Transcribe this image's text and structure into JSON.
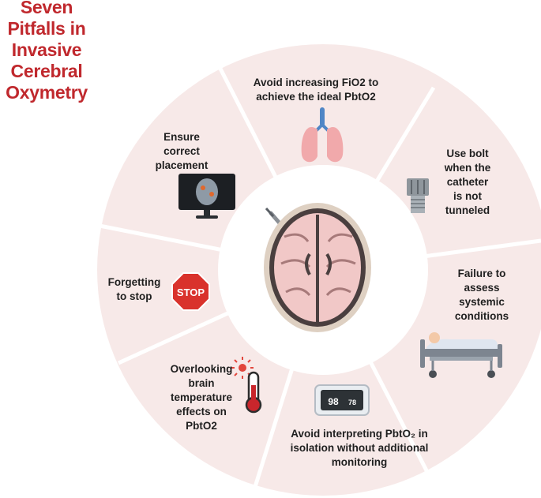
{
  "title_lines": [
    "Seven",
    "Pitfalls in",
    "Invasive",
    "Cerebral",
    "Oxymetry"
  ],
  "colors": {
    "title": "#c0282d",
    "segment": "#f7e9e8",
    "divider": "#ffffff",
    "stop_sign": "#d9322c",
    "thermometer": "#c9262c"
  },
  "segments": [
    {
      "id": "fio2",
      "lines": [
        "Avoid increasing FiO2 to",
        "achieve the ideal PbtO2"
      ],
      "icon": "lungs-icon"
    },
    {
      "id": "bolt",
      "lines": [
        "Use bolt",
        "when the",
        "catheter",
        "is not",
        "tunneled"
      ],
      "icon": "bolt-icon"
    },
    {
      "id": "systemic",
      "lines": [
        "Failure to",
        "assess",
        "systemic",
        "conditions"
      ],
      "icon": "hospital-bed-icon"
    },
    {
      "id": "isolation",
      "lines": [
        "Avoid interpreting PbtO₂ in",
        "isolation without additional",
        "monitoring"
      ],
      "icon": "pulse-oximeter-icon"
    },
    {
      "id": "temperature",
      "lines": [
        "Overlooking",
        "brain",
        "temperature",
        "effects on",
        "PbtO2"
      ],
      "icon": "thermometer-icon"
    },
    {
      "id": "stop",
      "lines": [
        "Forgetting",
        "to stop"
      ],
      "icon": "stop-sign-icon"
    },
    {
      "id": "placement",
      "lines": [
        "Ensure",
        "correct",
        "placement"
      ],
      "icon": "monitor-brain-scan-icon"
    }
  ],
  "icons_text": {
    "stop_sign": "STOP",
    "oximeter_left": "98",
    "oximeter_right": "78"
  },
  "center_icon": "brain-with-probe-icon"
}
